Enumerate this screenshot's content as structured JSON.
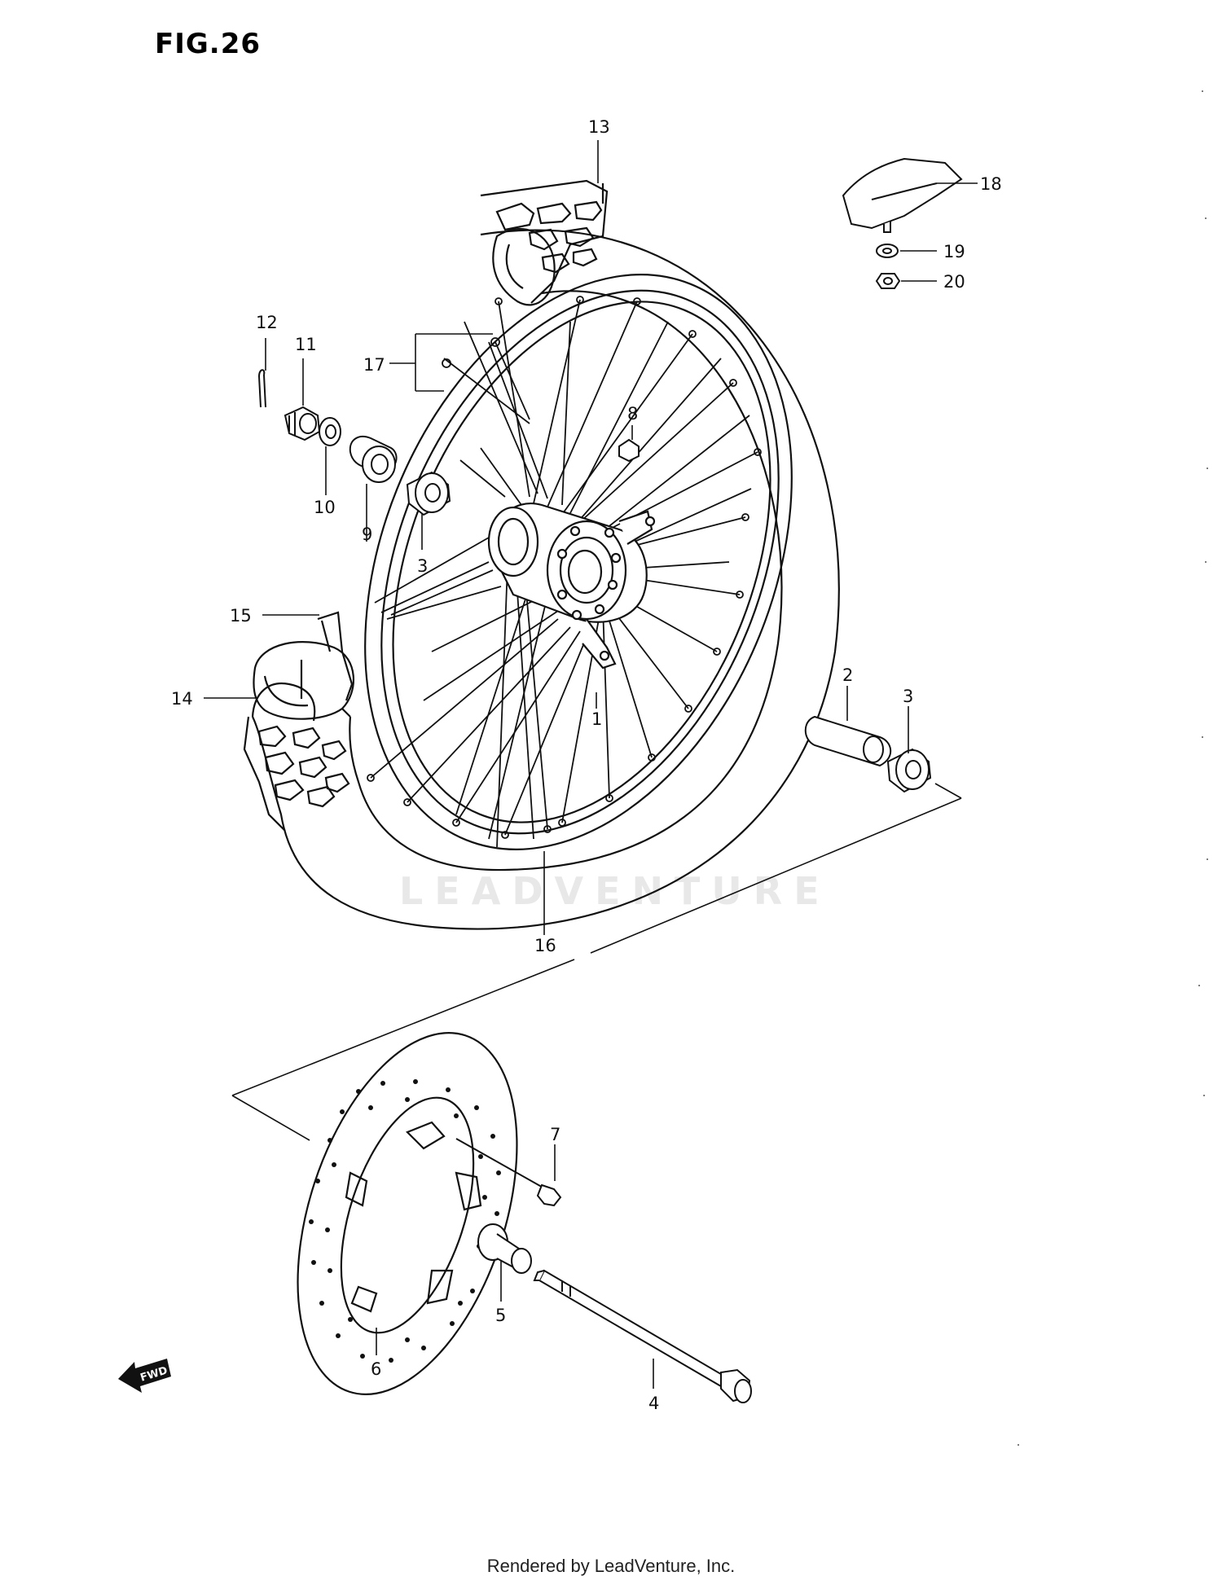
{
  "figure": {
    "title": "FIG.26",
    "watermark": "LEADVENTURE",
    "fwd_label": "FWD"
  },
  "callouts": [
    {
      "id": "c-13",
      "label": "13",
      "part": "tire"
    },
    {
      "id": "c-18",
      "label": "18",
      "part": "rim-lock"
    },
    {
      "id": "c-19",
      "label": "19",
      "part": "washer"
    },
    {
      "id": "c-20",
      "label": "20",
      "part": "nut"
    },
    {
      "id": "c-12",
      "label": "12",
      "part": "cotter-pin"
    },
    {
      "id": "c-11",
      "label": "11",
      "part": "castle-nut"
    },
    {
      "id": "c-17",
      "label": "17",
      "part": "spoke-set"
    },
    {
      "id": "c-8",
      "label": "8",
      "part": "valve-nut"
    },
    {
      "id": "c-10",
      "label": "10",
      "part": "washer"
    },
    {
      "id": "c-9",
      "label": "9",
      "part": "collar"
    },
    {
      "id": "c-3a",
      "label": "3",
      "part": "bearing"
    },
    {
      "id": "c-15",
      "label": "15",
      "part": "rim-band"
    },
    {
      "id": "c-14",
      "label": "14",
      "part": "tube"
    },
    {
      "id": "c-1",
      "label": "1",
      "part": "hub"
    },
    {
      "id": "c-2",
      "label": "2",
      "part": "spacer"
    },
    {
      "id": "c-3b",
      "label": "3",
      "part": "bearing"
    },
    {
      "id": "c-16",
      "label": "16",
      "part": "rim"
    },
    {
      "id": "c-7",
      "label": "7",
      "part": "disc-bolt"
    },
    {
      "id": "c-5",
      "label": "5",
      "part": "collar"
    },
    {
      "id": "c-6",
      "label": "6",
      "part": "brake-disc"
    },
    {
      "id": "c-4",
      "label": "4",
      "part": "axle"
    }
  ],
  "footer": {
    "text": "Rendered by LeadVenture, Inc."
  },
  "colors": {
    "line": "#111111",
    "watermark": "#e8e8e8",
    "background": "#ffffff"
  }
}
